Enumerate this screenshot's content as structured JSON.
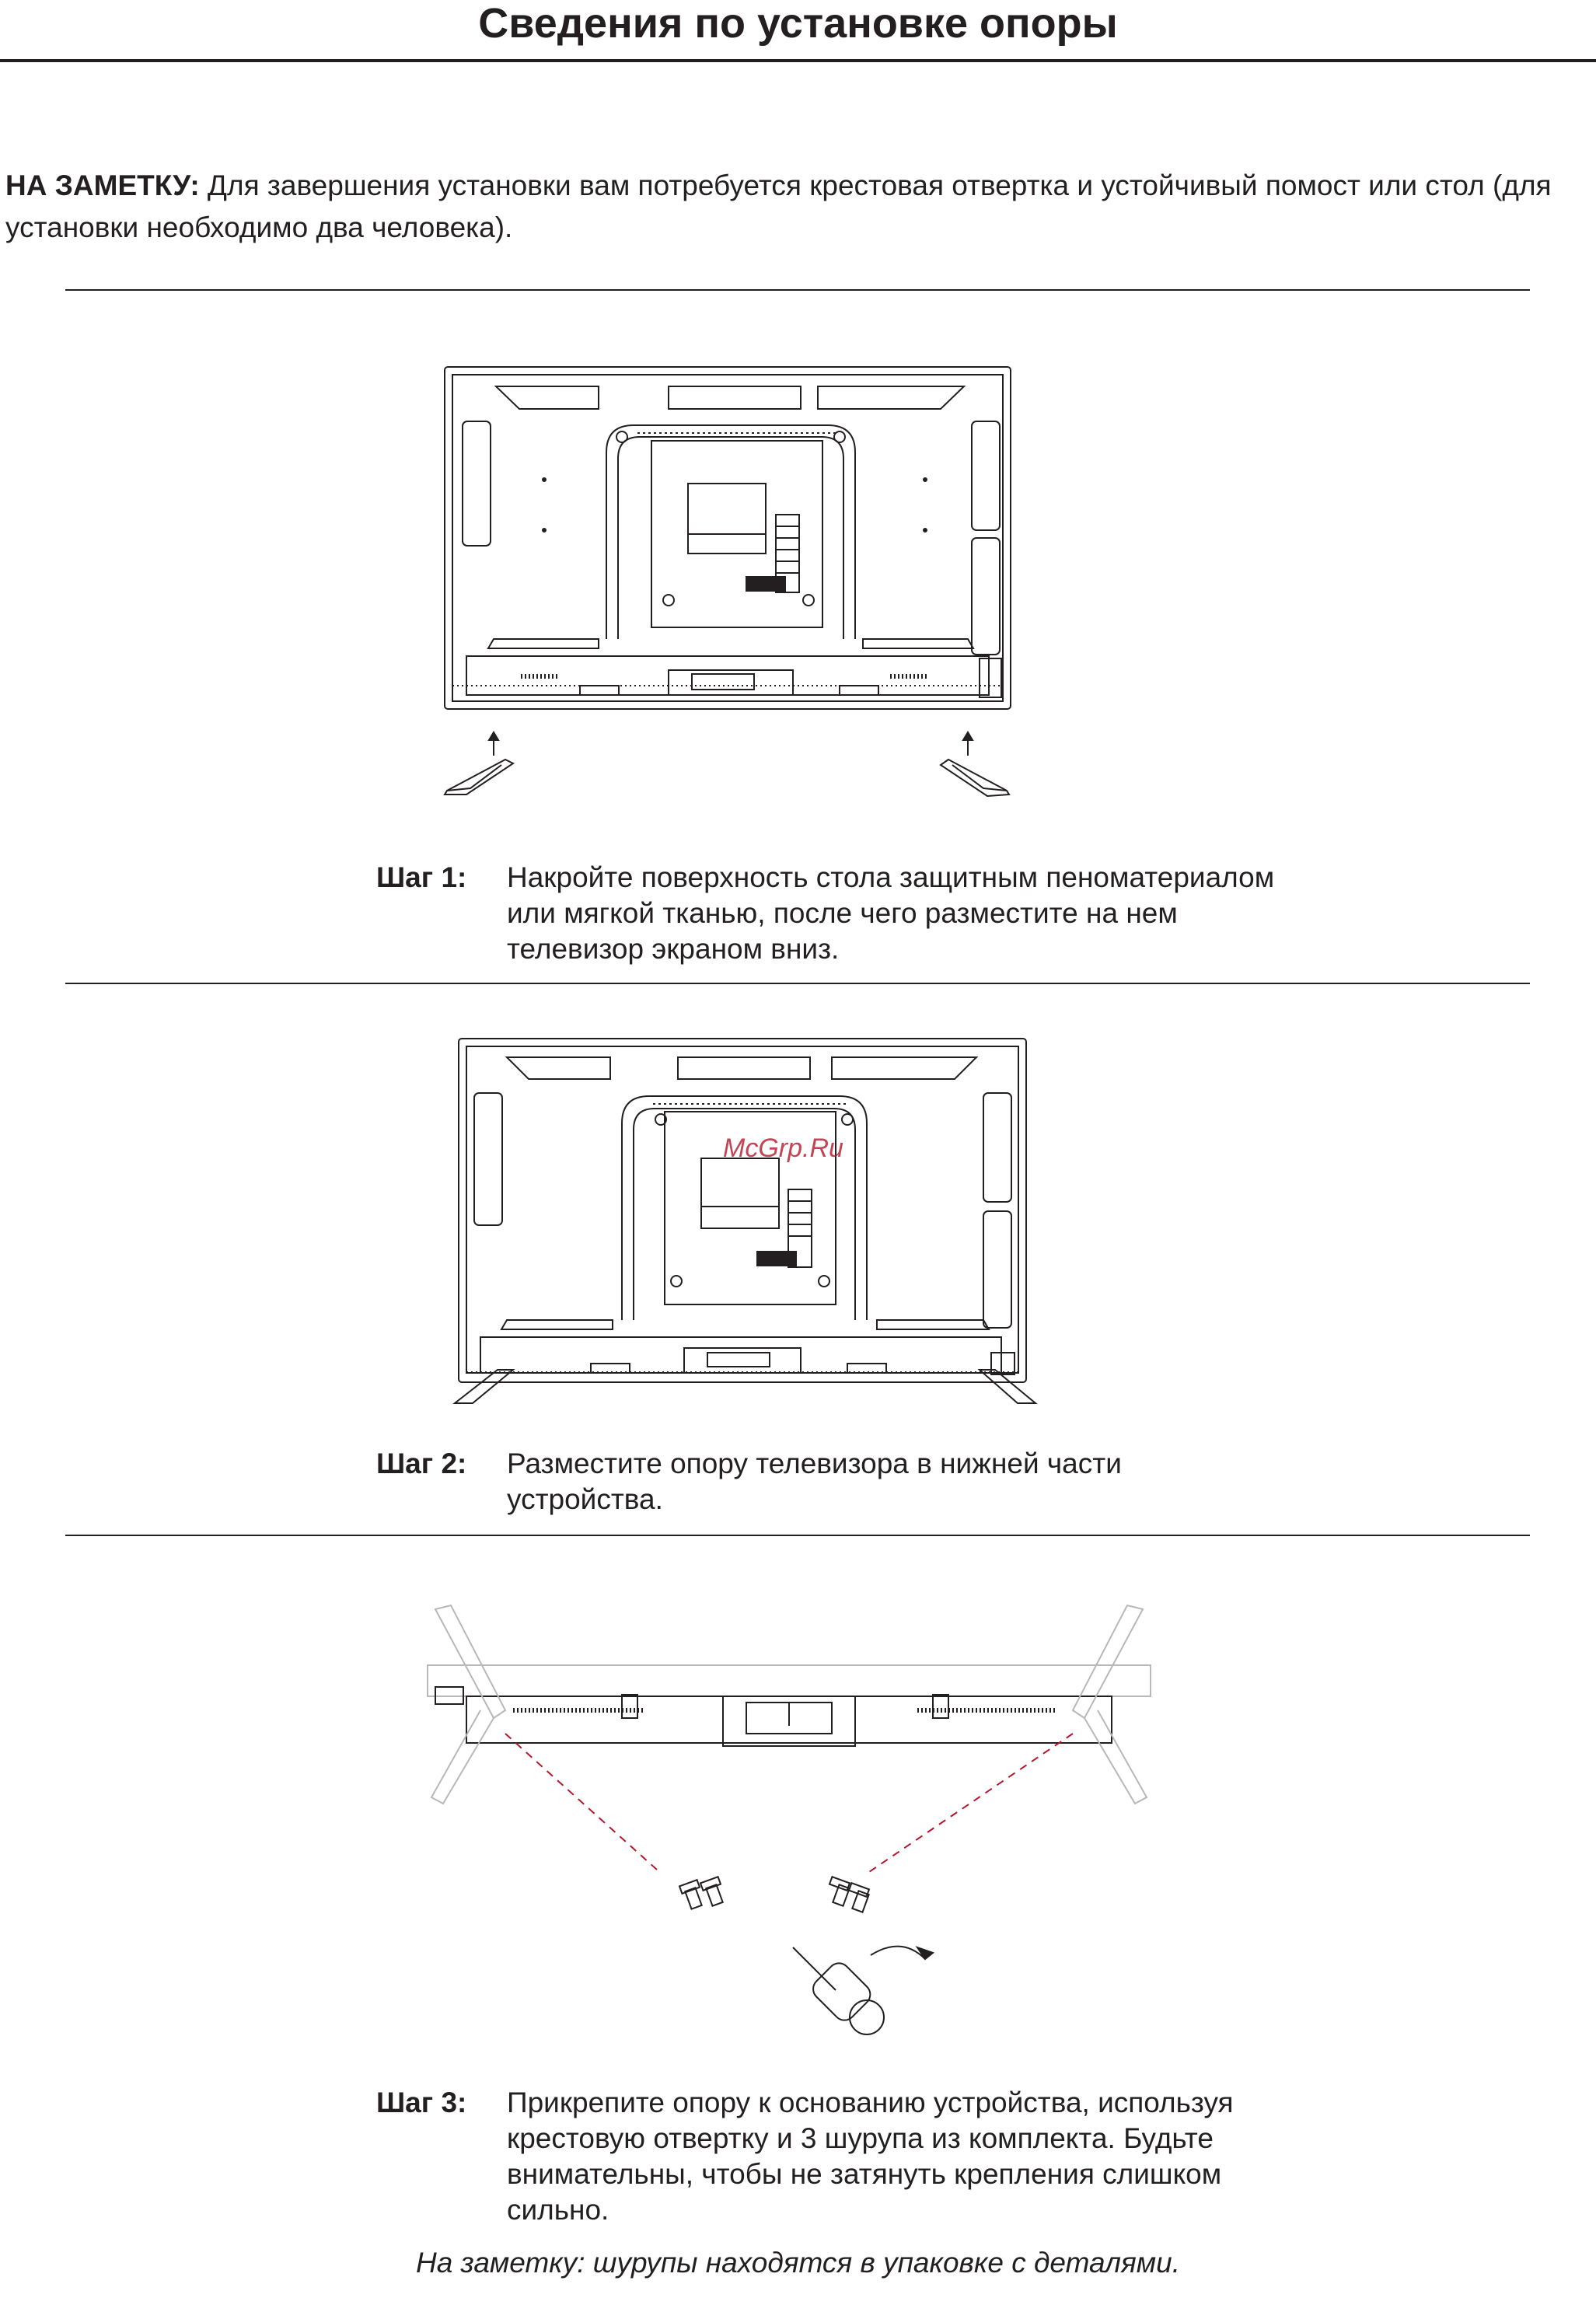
{
  "title": "Сведения по установке опоры",
  "note": {
    "label": "НА ЗАМЕТКУ:",
    "text": " Для завершения установки вам потребуется крестовая отвертка и устойчивый помост или стол (для установки необходимо два человека)."
  },
  "steps": [
    {
      "label": "Шаг 1:",
      "text": "Накройте поверхность стола защитным пеноматериалом или мягкой тканью, после чего разместите на нем телевизор экраном вниз."
    },
    {
      "label": "Шаг 2:",
      "text": "Разместите опору телевизора в нижней части устройства."
    },
    {
      "label": "Шаг 3:",
      "text": "Прикрепите опору к основанию устройства, используя крестовую отвертку и 3 шурупа из комплекта. Будьте внимательны, чтобы не затянуть крепления слишком сильно."
    }
  ],
  "footnote": "На заметку: шурупы находятся в упаковке с деталями.",
  "watermark": "McGrp.Ru",
  "colors": {
    "ink": "#231f20",
    "guide": "#b5162b"
  }
}
